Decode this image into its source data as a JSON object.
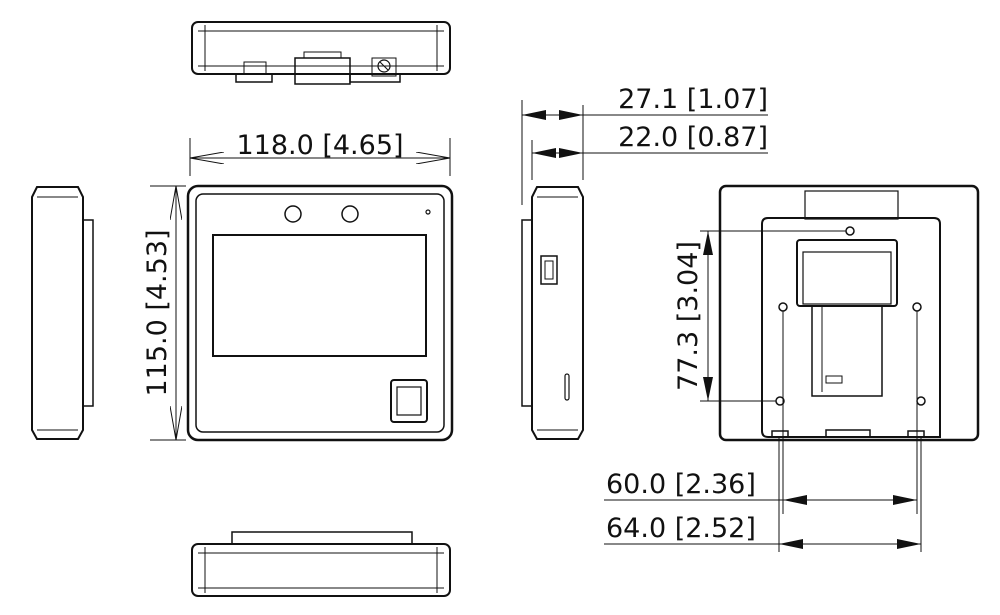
{
  "dimensions": {
    "width": "118.0 [4.65]",
    "height": "115.0 [4.53]",
    "depth_total": "27.1 [1.07]",
    "depth_body": "22.0 [0.87]",
    "mount_vertical": "77.3 [3.04]",
    "mount_hole_spacing": "60.0 [2.36]",
    "mount_width": "64.0 [2.52]"
  },
  "colors": {
    "line": "#111111",
    "background": "#ffffff"
  }
}
